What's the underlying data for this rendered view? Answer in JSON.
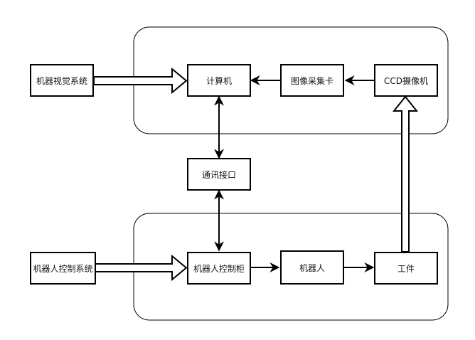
{
  "diagram": {
    "groups": [
      {
        "id": "vision-group",
        "label": ""
      },
      {
        "id": "robot-group",
        "label": ""
      }
    ],
    "nodes": {
      "machine_vision_system": "机器视觉系统",
      "computer": "计算机",
      "image_capture_card": "图像采集卡",
      "ccd_camera": "CCD摄像机",
      "comm_interface": "通讯接口",
      "robot_control_system": "机器人控制系统",
      "robot_controller": "机器人控制柜",
      "robot": "机器人",
      "workpiece": "工件"
    },
    "edges": [
      {
        "from": "machine_vision_system",
        "to": "computer",
        "style": "hollow-block-arrow"
      },
      {
        "from": "image_capture_card",
        "to": "computer",
        "style": "arrow"
      },
      {
        "from": "ccd_camera",
        "to": "image_capture_card",
        "style": "arrow"
      },
      {
        "from": "computer",
        "to": "comm_interface",
        "style": "bidirectional-arrow"
      },
      {
        "from": "comm_interface",
        "to": "robot_controller",
        "style": "bidirectional-arrow"
      },
      {
        "from": "robot_control_system",
        "to": "robot_controller",
        "style": "hollow-block-arrow"
      },
      {
        "from": "robot_controller",
        "to": "robot",
        "style": "arrow"
      },
      {
        "from": "robot",
        "to": "workpiece",
        "style": "arrow"
      },
      {
        "from": "workpiece",
        "to": "ccd_camera",
        "style": "hollow-block-arrow"
      }
    ]
  }
}
